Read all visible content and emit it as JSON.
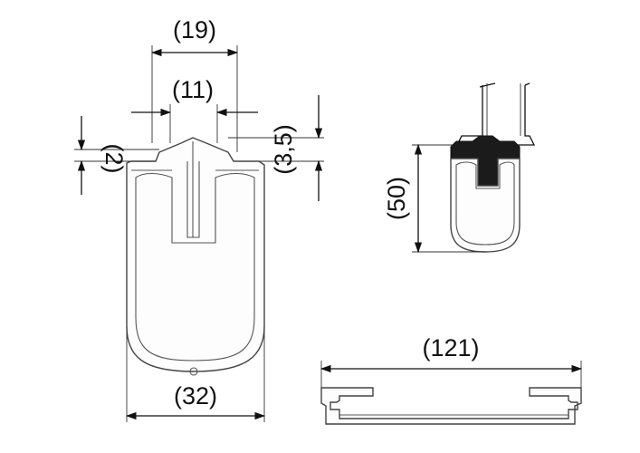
{
  "dimensions": {
    "top_width": "(19)",
    "slot_width": "(11)",
    "flange_thickness": "(2)",
    "lip_height": "(3,5)",
    "overall_width": "(32)",
    "installed_height": "(50)",
    "profile_length": "(121)"
  },
  "colors": {
    "line": "#111111",
    "profile_fill": "#fdfdfd",
    "profile_stroke": "#444444",
    "insert_fill": "#1b1b1b"
  }
}
